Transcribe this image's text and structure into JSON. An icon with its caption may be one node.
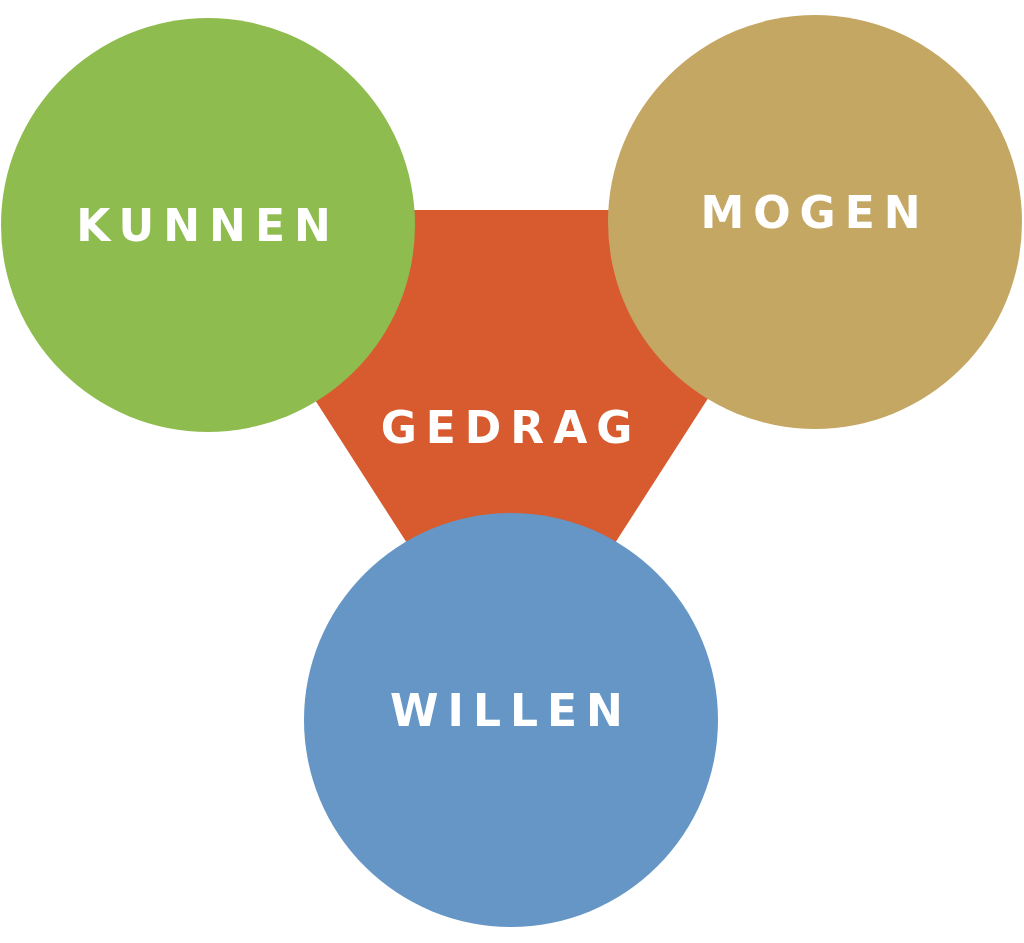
{
  "diagram": {
    "nodes": [
      {
        "text": [
          "KUNNEN"
        ]
      },
      {
        "text": [
          "MOGEN"
        ]
      },
      {
        "text": [
          "GEDRAG"
        ]
      },
      {
        "text": [
          "WILLEN"
        ]
      }
    ]
  }
}
